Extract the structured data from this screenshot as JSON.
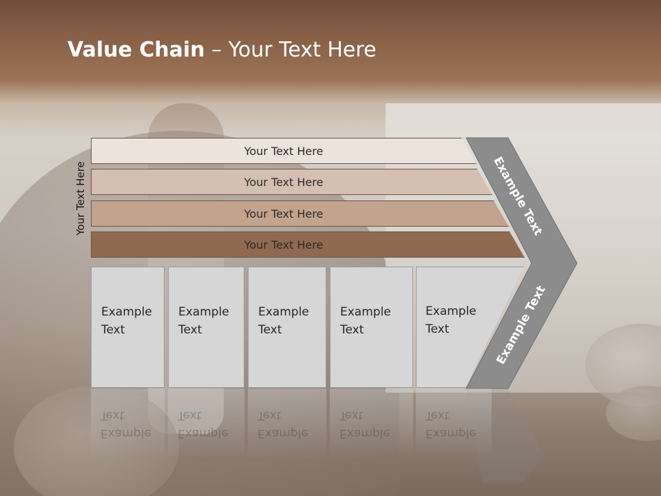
{
  "title": {
    "bold": "Value Chain",
    "rest": " – Your Text Here"
  },
  "side_label": "Your Text Here",
  "rows": [
    {
      "label": "Your Text Here",
      "color": "#ece3dd"
    },
    {
      "label": "Your Text Here",
      "color": "#d5bfb0"
    },
    {
      "label": "Your Text Here",
      "color": "#c1a38e"
    },
    {
      "label": "Your Text Here",
      "color": "#8f6a50"
    }
  ],
  "columns": [
    {
      "text": "Example\nText"
    },
    {
      "text": "Example\nText"
    },
    {
      "text": "Example\nText"
    },
    {
      "text": "Example\nText"
    },
    {
      "text": "Example\nText"
    }
  ],
  "arrow": {
    "top_label": "Example Text",
    "bottom_label": "Example Text",
    "color": "#8c8c8c"
  }
}
